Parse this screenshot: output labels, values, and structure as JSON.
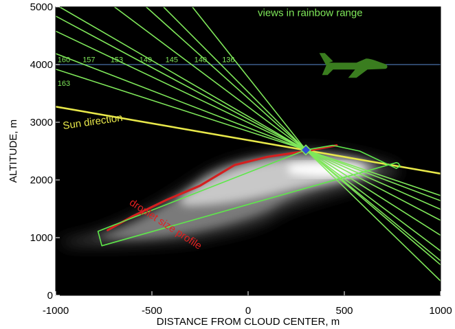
{
  "chart_data": {
    "type": "line",
    "xlabel": "DISTANCE FROM CLOUD CENTER, m",
    "ylabel": "ALTITUDE, m",
    "xlim": [
      -1000,
      1000
    ],
    "ylim": [
      0,
      5000
    ],
    "x_ticks": [
      {
        "value": -1000,
        "label": "-1000"
      },
      {
        "value": -500,
        "label": "-500"
      },
      {
        "value": 0,
        "label": "0"
      },
      {
        "value": 500,
        "label": "500"
      },
      {
        "value": 1000,
        "label": "1000"
      }
    ],
    "y_ticks": [
      {
        "value": 0,
        "label": "0"
      },
      {
        "value": 1000,
        "label": "1000"
      },
      {
        "value": 2000,
        "label": "2000"
      },
      {
        "value": 3000,
        "label": "3000"
      },
      {
        "value": 4000,
        "label": "4000"
      },
      {
        "value": 5000,
        "label": "5000"
      }
    ],
    "grid": false,
    "background_color": "#000000",
    "cloud_color": "#ffffff",
    "focus_point": {
      "x": 300,
      "y": 2520
    },
    "aircraft": {
      "x": 570,
      "y": 3985,
      "icon": "airplane-icon",
      "color": "#3a7d1f"
    },
    "flight_level": {
      "value": 4000,
      "color": "#4a6fa8"
    },
    "annotations": [
      {
        "text": "views in rainbow range",
        "x": 50,
        "y": 4840,
        "color": "#7fe85a"
      },
      {
        "text": "Sun direction",
        "x": -960,
        "y": 2880,
        "color": "#e8e84a",
        "rotate": 8
      },
      {
        "text": "droplet size profile",
        "x": -620,
        "y": 1580,
        "color": "#e02020",
        "rotate": -33
      }
    ],
    "view_line_labels": [
      {
        "text": "160",
        "x": -990,
        "y": 4040
      },
      {
        "text": "157",
        "x": -860,
        "y": 4040
      },
      {
        "text": "153",
        "x": -715,
        "y": 4040
      },
      {
        "text": "149",
        "x": -565,
        "y": 4040
      },
      {
        "text": "145",
        "x": -430,
        "y": 4040
      },
      {
        "text": "140",
        "x": -280,
        "y": 4040
      },
      {
        "text": "136",
        "x": -135,
        "y": 4040
      },
      {
        "text": "163",
        "x": -990,
        "y": 3630
      }
    ],
    "series": [
      {
        "name": "sun-direction",
        "role": "sun",
        "color": "#e8e84a",
        "points": [
          [
            -1000,
            3270
          ],
          [
            1000,
            2110
          ]
        ]
      },
      {
        "name": "droplet-profile",
        "role": "droplet",
        "color": "#d42020",
        "points": [
          [
            -730,
            1130
          ],
          [
            -600,
            1370
          ],
          [
            -420,
            1660
          ],
          [
            -250,
            1900
          ],
          [
            -70,
            2260
          ],
          [
            100,
            2400
          ],
          [
            300,
            2500
          ],
          [
            460,
            2600
          ]
        ]
      },
      {
        "name": "cloud-outline",
        "role": "outline",
        "color": "#5ee84a",
        "points": [
          [
            -780,
            1110
          ],
          [
            -760,
            860
          ],
          [
            770,
            2300
          ],
          [
            780,
            2290
          ],
          [
            790,
            2240
          ],
          [
            770,
            2200
          ],
          [
            580,
            2500
          ],
          [
            440,
            2600
          ],
          [
            300,
            2520
          ],
          [
            -780,
            1110
          ]
        ]
      },
      {
        "name": "view-1",
        "role": "view",
        "color": "#7fe85a",
        "points": [
          [
            -1000,
            4840
          ],
          [
            300,
            2520
          ],
          [
            1000,
            1300
          ]
        ]
      },
      {
        "name": "view-2",
        "role": "view",
        "color": "#7fe85a",
        "points": [
          [
            -1000,
            4580
          ],
          [
            300,
            2520
          ],
          [
            1000,
            1490
          ]
        ]
      },
      {
        "name": "view-3",
        "role": "view",
        "color": "#7fe85a",
        "points": [
          [
            -1000,
            4190
          ],
          [
            300,
            2520
          ],
          [
            1000,
            1640
          ]
        ]
      },
      {
        "name": "view-4",
        "role": "view",
        "color": "#7fe85a",
        "points": [
          [
            -1000,
            3920
          ],
          [
            300,
            2520
          ],
          [
            1000,
            1730
          ]
        ]
      },
      {
        "name": "view-5",
        "role": "view",
        "color": "#7fe85a",
        "points": [
          [
            -980,
            5000
          ],
          [
            300,
            2520
          ],
          [
            1000,
            1040
          ]
        ]
      },
      {
        "name": "view-6",
        "role": "view",
        "color": "#7fe85a",
        "points": [
          [
            -695,
            5000
          ],
          [
            300,
            2520
          ],
          [
            1000,
            770
          ]
        ]
      },
      {
        "name": "view-7",
        "role": "view",
        "color": "#7fe85a",
        "points": [
          [
            -530,
            5000
          ],
          [
            300,
            2520
          ],
          [
            1000,
            530
          ]
        ]
      },
      {
        "name": "view-8",
        "role": "view",
        "color": "#7fe85a",
        "points": [
          [
            -440,
            5000
          ],
          [
            300,
            2520
          ],
          [
            1000,
            250
          ]
        ]
      },
      {
        "name": "view-9",
        "role": "view",
        "color": "#7fe85a",
        "points": [
          [
            -290,
            5000
          ],
          [
            300,
            2520
          ],
          [
            1000,
            600
          ]
        ]
      }
    ]
  }
}
